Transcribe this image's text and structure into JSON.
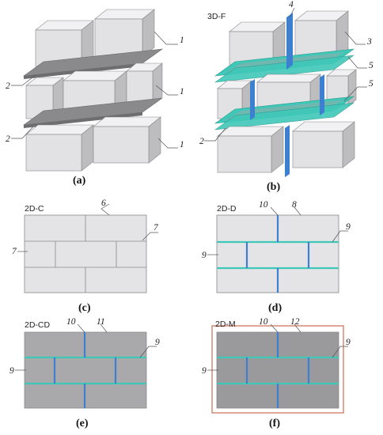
{
  "figure": {
    "panels": [
      {
        "id": "a",
        "caption": "(a)",
        "title": ""
      },
      {
        "id": "b",
        "caption": "(b)",
        "title": "3D-F"
      },
      {
        "id": "c",
        "caption": "(c)",
        "title": "2D-C"
      },
      {
        "id": "d",
        "caption": "(d)",
        "title": "2D-D"
      },
      {
        "id": "e",
        "caption": "(e)",
        "title": "2D-CD"
      },
      {
        "id": "f",
        "caption": "(f)",
        "title": "2D-M"
      }
    ],
    "callouts": {
      "a": [
        "1",
        "1",
        "1",
        "2",
        "2"
      ],
      "b": [
        "4",
        "3",
        "5",
        "5",
        "2"
      ],
      "c": [
        "6",
        "7",
        "7"
      ],
      "d": [
        "10",
        "8",
        "9",
        "9"
      ],
      "e": [
        "10",
        "11",
        "9",
        "9"
      ],
      "f": [
        "10",
        "12",
        "9",
        "9"
      ]
    },
    "colors": {
      "block_face": "#e2e2e4",
      "block_top": "#f1f1f3",
      "block_side": "#bdbdc0",
      "mortar_plate": "#8a8a8c",
      "interface_cyan": "#3fc7b8",
      "joint_blue": "#3d7fd0",
      "mortar_fill": "#a9a9ab",
      "frame_red": "#d9907e"
    }
  }
}
